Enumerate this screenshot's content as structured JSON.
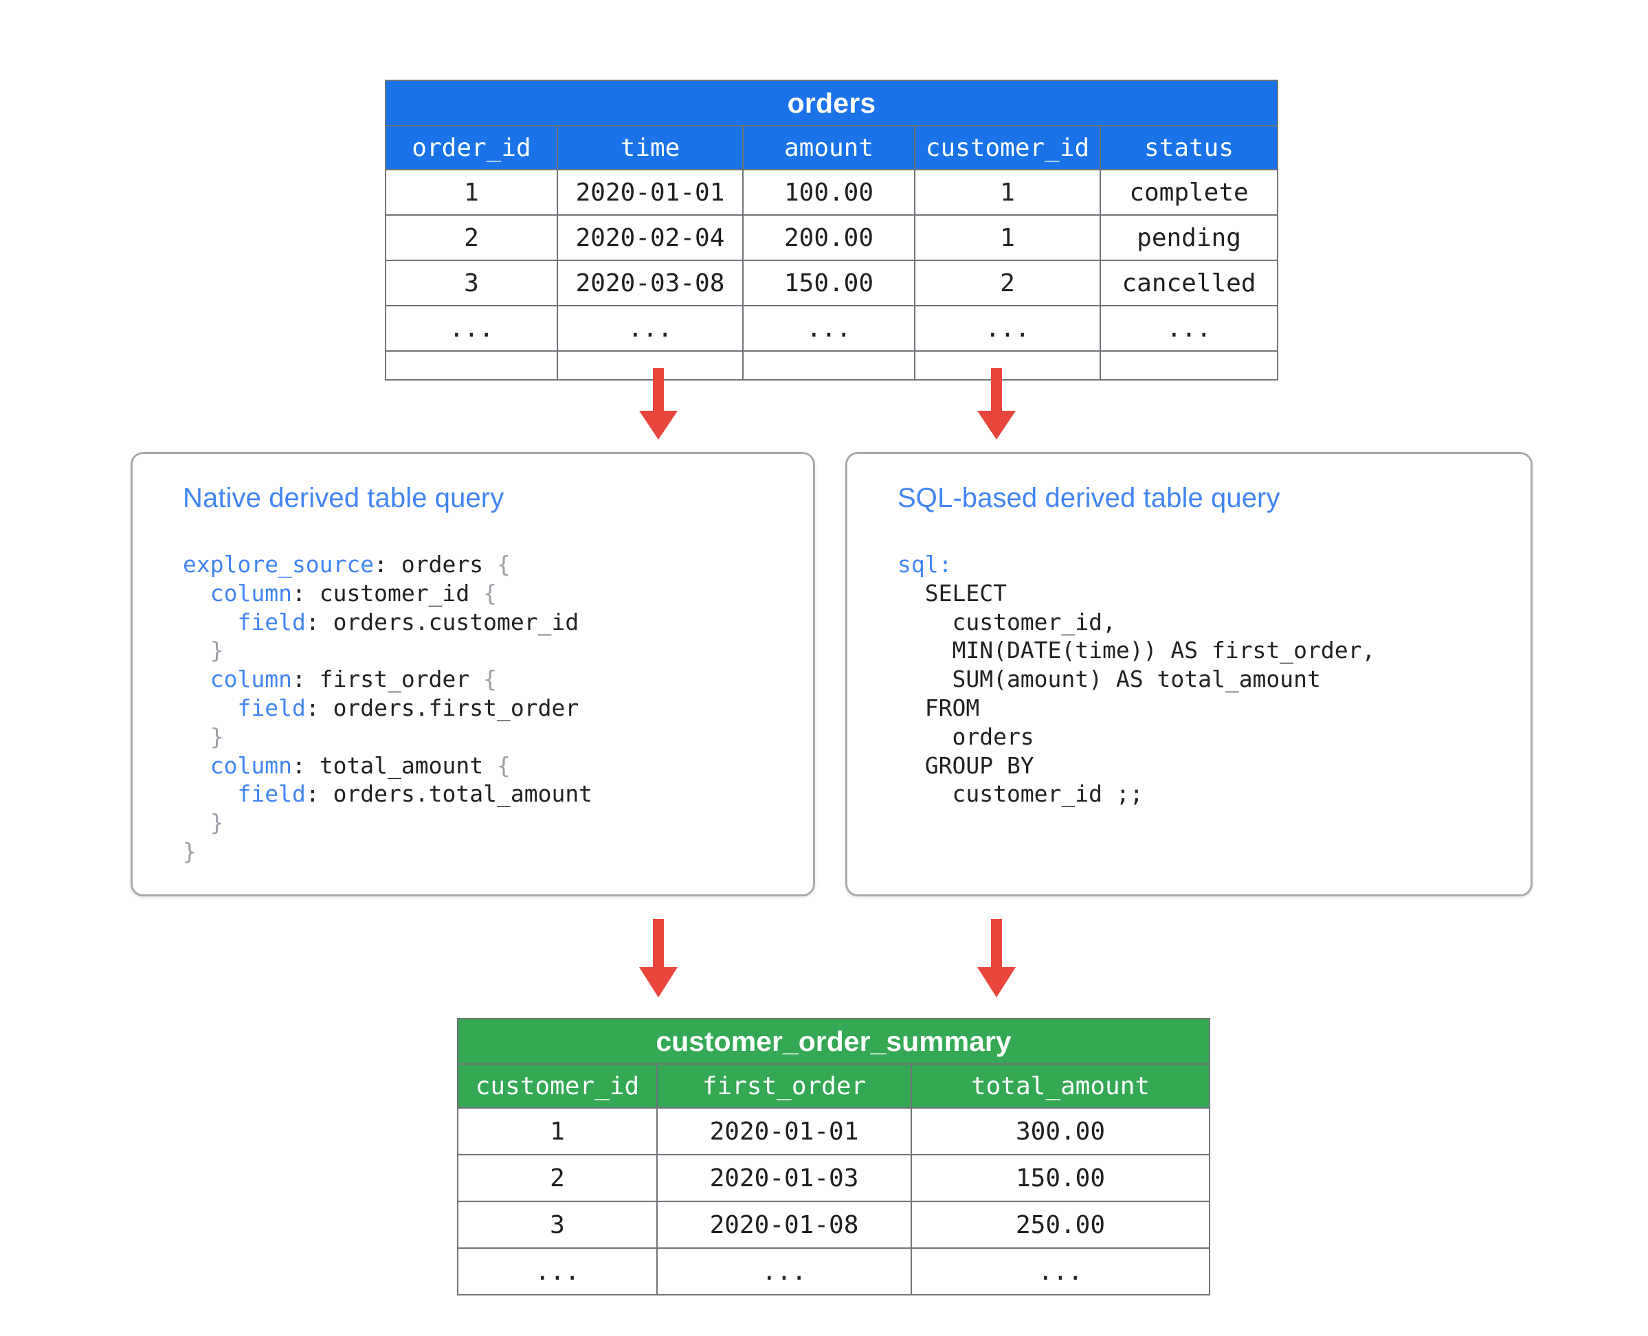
{
  "diagram": {
    "title": "Derived table query diagram",
    "colors": {
      "source_table_header": "#1A73E8",
      "result_table_header": "#34A853",
      "card_title": "#4285F4",
      "arrow": "#E8453C",
      "border": "#6F7479",
      "card_border": "#A6ABAF"
    }
  },
  "source_table": {
    "name": "orders",
    "columns": [
      "order_id",
      "time",
      "amount",
      "customer_id",
      "status"
    ],
    "rows": [
      [
        "1",
        "2020-01-01",
        "100.00",
        "1",
        "complete"
      ],
      [
        "2",
        "2020-02-04",
        "200.00",
        "1",
        "pending"
      ],
      [
        "3",
        "2020-03-08",
        "150.00",
        "2",
        "cancelled"
      ],
      [
        "...",
        "...",
        "...",
        "...",
        "..."
      ],
      [
        "",
        "",
        "",
        "",
        ""
      ]
    ]
  },
  "native_card": {
    "title": "Native derived table query",
    "code_lines": [
      [
        {
          "t": "explore_source",
          "c": "kw"
        },
        {
          "t": ": orders ",
          "c": "plain"
        },
        {
          "t": "{",
          "c": "br"
        }
      ],
      [
        {
          "t": "  ",
          "c": "plain"
        },
        {
          "t": "column",
          "c": "kw"
        },
        {
          "t": ": customer_id ",
          "c": "plain"
        },
        {
          "t": "{",
          "c": "br"
        }
      ],
      [
        {
          "t": "    ",
          "c": "plain"
        },
        {
          "t": "field",
          "c": "kw"
        },
        {
          "t": ": orders.customer_id",
          "c": "plain"
        }
      ],
      [
        {
          "t": "  ",
          "c": "plain"
        },
        {
          "t": "}",
          "c": "br"
        }
      ],
      [
        {
          "t": "  ",
          "c": "plain"
        },
        {
          "t": "column",
          "c": "kw"
        },
        {
          "t": ": first_order ",
          "c": "plain"
        },
        {
          "t": "{",
          "c": "br"
        }
      ],
      [
        {
          "t": "    ",
          "c": "plain"
        },
        {
          "t": "field",
          "c": "kw"
        },
        {
          "t": ": orders.first_order",
          "c": "plain"
        }
      ],
      [
        {
          "t": "  ",
          "c": "plain"
        },
        {
          "t": "}",
          "c": "br"
        }
      ],
      [
        {
          "t": "  ",
          "c": "plain"
        },
        {
          "t": "column",
          "c": "kw"
        },
        {
          "t": ": total_amount ",
          "c": "plain"
        },
        {
          "t": "{",
          "c": "br"
        }
      ],
      [
        {
          "t": "    ",
          "c": "plain"
        },
        {
          "t": "field",
          "c": "kw"
        },
        {
          "t": ": orders.total_amount",
          "c": "plain"
        }
      ],
      [
        {
          "t": "  ",
          "c": "plain"
        },
        {
          "t": "}",
          "c": "br"
        }
      ],
      [
        {
          "t": "}",
          "c": "br"
        }
      ]
    ]
  },
  "sql_card": {
    "title": "SQL-based derived table query",
    "code_lines": [
      [
        {
          "t": "sql",
          "c": "kw"
        },
        {
          "t": ":",
          "c": "kw"
        }
      ],
      [
        {
          "t": "  SELECT",
          "c": "plain"
        }
      ],
      [
        {
          "t": "    customer_id,",
          "c": "plain"
        }
      ],
      [
        {
          "t": "    MIN(DATE(time)) AS first_order,",
          "c": "plain"
        }
      ],
      [
        {
          "t": "    SUM(amount) AS total_amount",
          "c": "plain"
        }
      ],
      [
        {
          "t": "  FROM",
          "c": "plain"
        }
      ],
      [
        {
          "t": "    orders",
          "c": "plain"
        }
      ],
      [
        {
          "t": "  GROUP BY",
          "c": "plain"
        }
      ],
      [
        {
          "t": "    customer_id ;;",
          "c": "plain"
        }
      ]
    ]
  },
  "result_table": {
    "name": "customer_order_summary",
    "columns": [
      "customer_id",
      "first_order",
      "total_amount"
    ],
    "rows": [
      [
        "1",
        "2020-01-01",
        "300.00"
      ],
      [
        "2",
        "2020-01-03",
        "150.00"
      ],
      [
        "3",
        "2020-01-08",
        "250.00"
      ],
      [
        "...",
        "...",
        "..."
      ]
    ]
  },
  "arrows": [
    {
      "name": "arrow-orders-to-native",
      "from": "orders",
      "to": "native_card"
    },
    {
      "name": "arrow-orders-to-sql",
      "from": "orders",
      "to": "sql_card"
    },
    {
      "name": "arrow-native-to-summary",
      "from": "native_card",
      "to": "customer_order_summary"
    },
    {
      "name": "arrow-sql-to-summary",
      "from": "sql_card",
      "to": "customer_order_summary"
    }
  ]
}
